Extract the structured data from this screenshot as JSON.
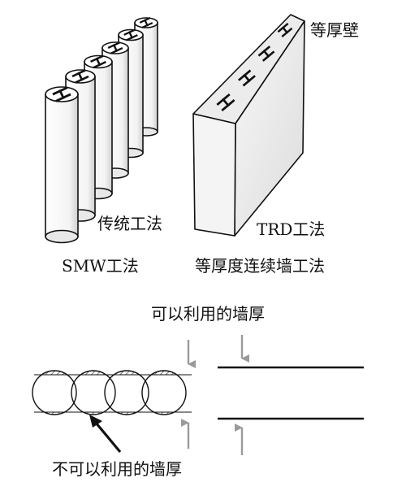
{
  "labels": {
    "equal_thickness_wall": "等厚壁",
    "traditional_method": "传统工法",
    "trd_method": "TRD工法",
    "smw_method": "SMW工法",
    "equal_thickness_continuous_wall_method": "等厚度连续墙工法",
    "usable_wall_thickness": "可以利用的墙厚",
    "unusable_wall_thickness": "不可以利用的墙厚"
  },
  "colors": {
    "line": "#111111",
    "arrow_gray": "#9a9a9a",
    "hatch": "#555555",
    "wall_face": "#f2f2f2",
    "wall_top": "#e6e6e6"
  },
  "icons": {
    "h_beam": "h-beam-icon"
  }
}
